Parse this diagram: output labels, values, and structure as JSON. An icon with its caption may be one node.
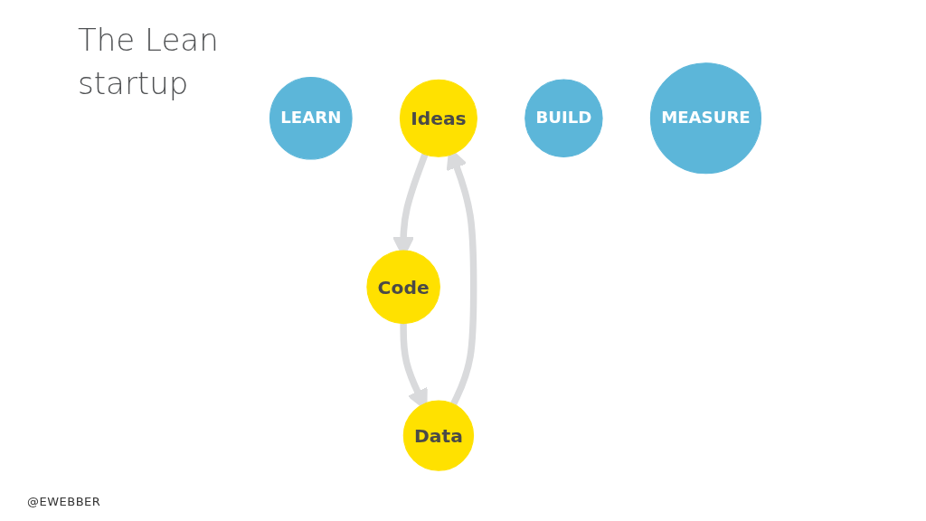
{
  "diagram": {
    "title": "The Lean startup",
    "nodes": [
      {
        "text": [
          "Ideas"
        ]
      },
      {
        "text": [
          "LEARN"
        ]
      },
      {
        "text": [
          "BUILD"
        ]
      },
      {
        "text": [
          "Data"
        ]
      },
      {
        "text": [
          "Code"
        ]
      },
      {
        "text": [
          "MEASURE"
        ]
      }
    ],
    "edges": [
      {
        "from": 0,
        "to": 4,
        "arrow": "to"
      },
      {
        "from": 4,
        "to": 3,
        "arrow": "to"
      },
      {
        "from": 3,
        "to": 0,
        "arrow": "to"
      }
    ],
    "labels": [
      "@EWEBBER"
    ]
  }
}
